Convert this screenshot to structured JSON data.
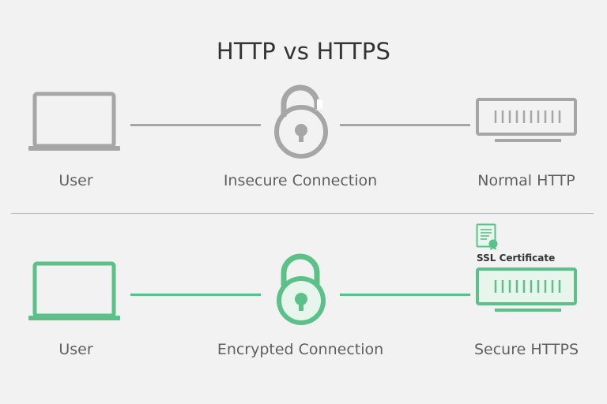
{
  "title": "HTTP vs HTTPS",
  "colors": {
    "insecure": "#a6a6a6",
    "secure": "#5cc188",
    "secure_fill": "#e7f5ec",
    "background": "#f2f2f2"
  },
  "insecure_row": {
    "user_label": "User",
    "connection_label": "Insecure Connection",
    "server_label": "Normal HTTP"
  },
  "secure_row": {
    "user_label": "User",
    "connection_label": "Encrypted Connection",
    "server_label": "Secure HTTPS",
    "certificate_label": "SSL Certificate"
  }
}
